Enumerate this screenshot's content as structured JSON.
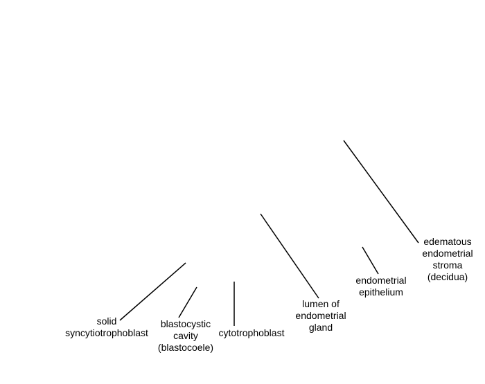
{
  "labels": {
    "solid_syncytiotrophoblast": "solid\nsyncytiotrophoblast",
    "blastocystic_cavity": "blastocystic\ncavity\n(blastocoele)",
    "cytotrophoblast": "cytotrophoblast",
    "lumen_of_endometrial_gland": "lumen of\nendometrial\ngland",
    "endometrial_epithelium": "endometrial\nepithelium",
    "edematous_endometrial_stroma": "edematous\nendometrial\nstroma\n(decidua)"
  },
  "colors": {
    "background": "#ffffff",
    "ink": "#000000"
  }
}
